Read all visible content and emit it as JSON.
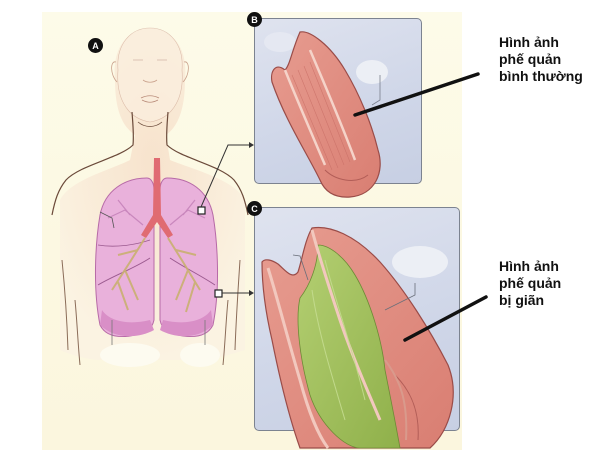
{
  "figure": {
    "panels": [
      {
        "id": "A",
        "badge": "A",
        "subject": "human torso with lungs"
      },
      {
        "id": "B",
        "badge": "B",
        "subject": "normal bronchus"
      },
      {
        "id": "C",
        "badge": "C",
        "subject": "dilated bronchus"
      }
    ],
    "labels": {
      "normal": {
        "lines": [
          "Hình ảnh",
          "phế quản",
          "bình thường"
        ]
      },
      "dilated": {
        "lines": [
          "Hình ảnh",
          "phế quản",
          "bị giãn"
        ]
      }
    },
    "colors": {
      "background": "#fdfbe9",
      "panel_fill": "#d3d9ea",
      "panel_border": "#7c8390",
      "bronchus_wall": "#e08a7e",
      "bronchus_inner": "#f2c3b8",
      "mucus_green": "#9fbf5a",
      "lung_pink": "#e9a9d6",
      "trachea_red": "#e06b72",
      "skin": "#f6e2cc",
      "leader_line": "#111111"
    }
  }
}
